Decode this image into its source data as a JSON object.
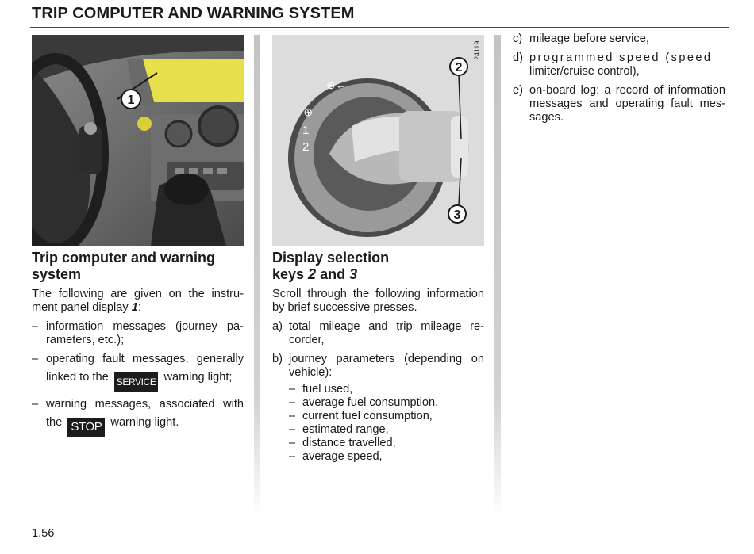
{
  "header": {
    "title": "TRIP COMPUTER AND WARNING SYSTEM"
  },
  "figure1": {
    "callout": "1"
  },
  "figure2": {
    "code": "24119",
    "callout_top": "2",
    "callout_bottom": "3",
    "dial_1": "1",
    "dial_2": "2"
  },
  "section1": {
    "heading": "Trip computer and warning system",
    "intro_text": "The following are given on the instru-ment panel display ",
    "intro_ref": "1",
    "intro_end": ":",
    "item1": "information messages (journey pa-rameters, etc.);",
    "item2_a": "operating fault messages, generally linked to the",
    "item2_badge": "SERVICE",
    "item2_b": "warning light;",
    "item3_a": "warning messages, associated with the",
    "item3_badge": "STOP",
    "item3_b": "warning light."
  },
  "section2": {
    "heading_a": "Display selection",
    "heading_b": "keys ",
    "key2": "2",
    "heading_and": " and ",
    "key3": "3",
    "intro": "Scroll through the following information by brief successive presses.",
    "a_marker": "a)",
    "a_text": "total mileage and trip mileage re-corder,",
    "b_marker": "b)",
    "b_text": "journey parameters (depending on vehicle):",
    "sub_items": [
      "fuel used,",
      "average fuel consumption,",
      "current fuel consumption,",
      "estimated range,",
      "distance travelled,",
      "average speed,"
    ]
  },
  "section3": {
    "c_marker": "c)",
    "c_text": "mileage before service,",
    "d_marker": "d)",
    "d_text_a": "programmed speed (speed",
    "d_text_b": "limiter/cruise control),",
    "e_marker": "e)",
    "e_text": "on-board log: a record of information messages and operating fault mes-sages."
  },
  "footer": {
    "page_number": "1.56"
  },
  "colors": {
    "display_highlight": "#e8e04a",
    "callout_bg": "#ffffff",
    "badge_bg": "#1c1c1c"
  }
}
